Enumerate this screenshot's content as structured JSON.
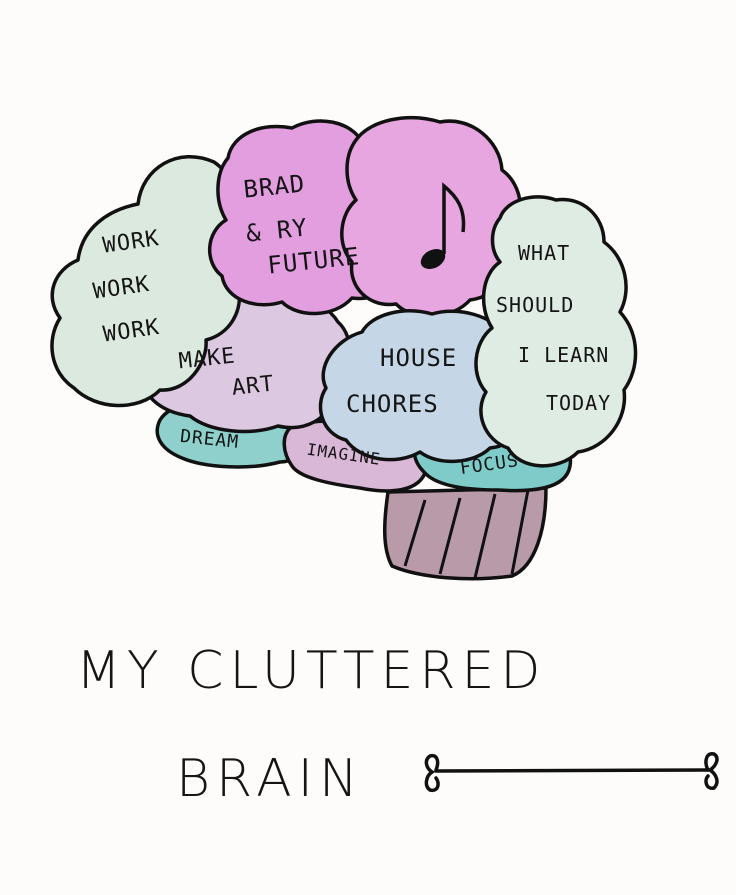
{
  "lobes": {
    "work": [
      "WORK",
      "WORK",
      "WORK"
    ],
    "brad": [
      "BRAD",
      "& RY",
      "FUTURE"
    ],
    "make_art": [
      "MAKE",
      "ART"
    ],
    "house_chores": [
      "HOUSE",
      "CHORES"
    ],
    "learn": [
      "WHAT",
      "SHOULD",
      "I LEARN",
      "TODAY"
    ],
    "dream": "DREAM",
    "imagine": "IMAGINE",
    "focus": "FOCUS"
  },
  "title": {
    "line1": "MY CLUTTERED",
    "line2": "BRAIN"
  },
  "icons": [
    "music-note-icon",
    "bone-arrow-icon"
  ],
  "colors": {
    "pink": "#e7a6df",
    "mint": "#dbe9de",
    "lavender": "#dcc8e0",
    "teal": "#7fcbc9",
    "stem": "#b89aa9",
    "ink": "#151515"
  }
}
